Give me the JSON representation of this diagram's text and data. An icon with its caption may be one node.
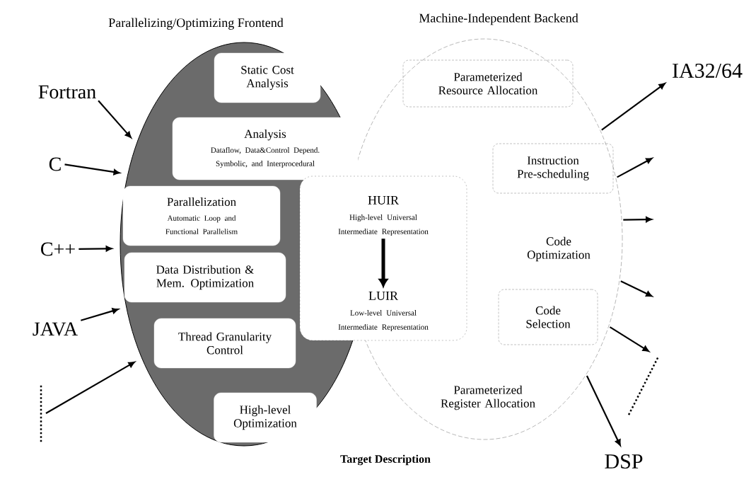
{
  "diagram": {
    "nodes": [
      {
        "text": [
          "Fortran"
        ]
      },
      {
        "text": [
          "C"
        ]
      },
      {
        "text": [
          "C++"
        ]
      },
      {
        "text": [
          "JAVA"
        ]
      },
      {
        "text": [],
        "shape": "line"
      },
      {
        "text": [
          "Parallelizing/Optimizing Frontend"
        ]
      },
      {
        "text": [
          "Static Cost Analysis"
        ],
        "in": 5
      },
      {
        "text": [
          "Analysis",
          "Dataflow, Data&Control Depend. Symbolic, and Interprocedural"
        ],
        "in": 5
      },
      {
        "text": [
          "Parallelization",
          "Automatic Loop and Functional Parallelism"
        ],
        "in": 5
      },
      {
        "text": [
          "Data Distribution & Mem. Optimization"
        ],
        "in": 5
      },
      {
        "text": [
          "Thread Granularity Control"
        ],
        "in": 5
      },
      {
        "text": [
          "High-level Optimization"
        ],
        "in": 5
      },
      {
        "text": [
          "Machine-Independent Backend"
        ]
      },
      {
        "text": [],
        "shape": "box"
      },
      {
        "text": [
          "HUIR",
          "High-level Universal Intermediate Representation"
        ],
        "in": 13
      },
      {
        "text": [
          "LUIR",
          "Low-level Universal Intermediate Representation"
        ],
        "in": 13
      },
      {
        "text": [
          "Parameterized Resource Allocation"
        ],
        "in": 12
      },
      {
        "text": [
          "Instruction Pre-scheduling"
        ],
        "in": 12
      },
      {
        "text": [
          "Code Optimization"
        ],
        "in": 12
      },
      {
        "text": [
          "Code Selection"
        ],
        "in": 12
      },
      {
        "text": [
          "Parameterized Register Allocation"
        ],
        "in": 12
      },
      {
        "text": [
          "IA32/64"
        ]
      },
      {
        "text": [
          "DSP"
        ]
      },
      {
        "text": [],
        "shape": "line"
      }
    ],
    "edges": [
      {
        "from": 0,
        "to": 5,
        "arrow": "to"
      },
      {
        "from": 1,
        "to": 5,
        "arrow": "to"
      },
      {
        "from": 2,
        "to": 5,
        "arrow": "to"
      },
      {
        "from": 3,
        "to": 5,
        "arrow": "to"
      },
      {
        "from": 4,
        "to": 5,
        "arrow": "to"
      },
      {
        "from": 14,
        "to": 15,
        "arrow": "to",
        "style": "thick"
      },
      {
        "from": 12,
        "to": 21,
        "arrow": "to"
      },
      {
        "from": 12,
        "to": null,
        "arrow": "to"
      },
      {
        "from": 12,
        "to": null,
        "arrow": "to"
      },
      {
        "from": 12,
        "to": null,
        "arrow": "to"
      },
      {
        "from": 12,
        "to": 23,
        "arrow": "to"
      },
      {
        "from": 12,
        "to": 22,
        "arrow": "to"
      }
    ],
    "labels": [
      "Target Description"
    ]
  }
}
